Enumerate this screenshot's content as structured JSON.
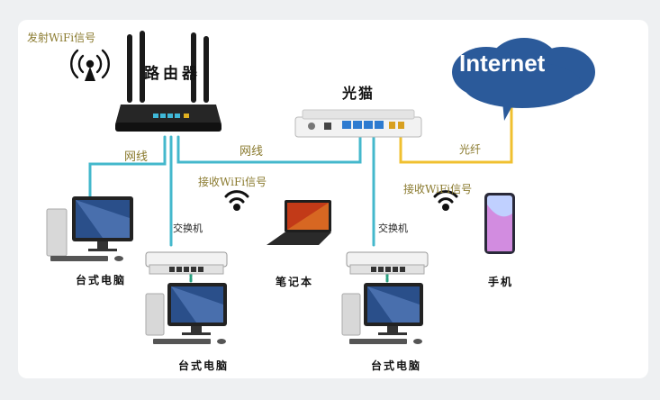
{
  "labels": {
    "wifi_tx": "发射WiFi信号",
    "router": "路由器",
    "modem": "光猫",
    "internet": "Internet",
    "fiber": "光纤",
    "cable_left": "网线",
    "cable_mid": "网线",
    "wifi_rx_left": "接收WiFi信号",
    "wifi_rx_right": "接收WiFi信号",
    "switch_left": "交换机",
    "switch_right": "交换机",
    "desktop_top": "台式电脑",
    "laptop": "笔记本",
    "phone": "手机",
    "desktop_bottom_left": "台式电脑",
    "desktop_bottom_right": "台式电脑"
  },
  "colors": {
    "ethernet_line": "#44b8cc",
    "fiber_line": "#f0c030",
    "cloud": "#2b5a9a",
    "label_olive": "#8a7a2e"
  }
}
